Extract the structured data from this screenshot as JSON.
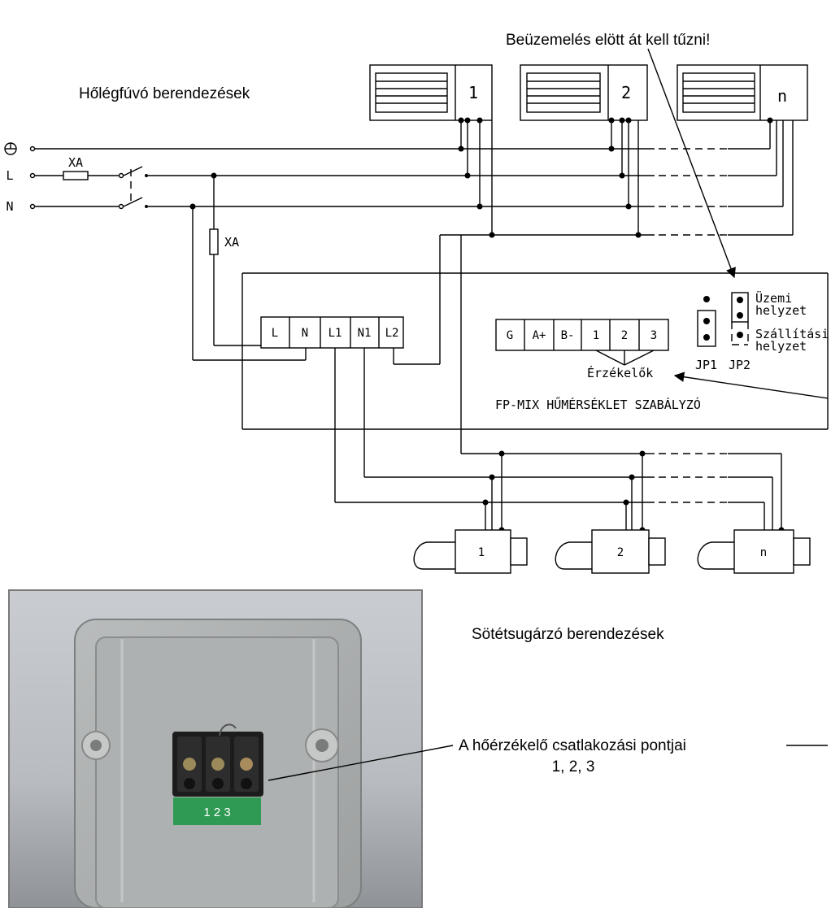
{
  "annotations": {
    "top_note": "Beüzemelés elött át kell tűzni!",
    "heaters_title": "Hőlégfúvó berendezések",
    "radiant_title": "Sötétsugárzó berendezések",
    "sensor_points_line1": "A hőérzékelő csatlakozási pontjai",
    "sensor_points_line2": "1, 2, 3"
  },
  "supply": {
    "earth_symbol": "earth-icon",
    "line_label": "L",
    "neutral_label": "N",
    "fuse_main": "XA",
    "fuse_controller": "XA"
  },
  "heaters": [
    "1",
    "2",
    "n"
  ],
  "radiant_units": [
    "1",
    "2",
    "n"
  ],
  "controller": {
    "title": "FP-MIX HŰMÉRSÉKLET SZABÁLYZÓ",
    "power_terminals": [
      "L",
      "N",
      "L1",
      "N1",
      "L2"
    ],
    "bus_terminals": [
      "G",
      "A+",
      "B-",
      "1",
      "2",
      "3"
    ],
    "sensors_label": "Érzékelők",
    "jp1_label": "JP1",
    "jp2_label": "JP2",
    "jp2_state_1_line1": "Üzemi",
    "jp2_state_1_line2": "helyzet",
    "jp2_state_2_line1": "Szállítási",
    "jp2_state_2_line2": "helyzet"
  },
  "photo": {
    "terminal_numbers": "1 2 3"
  }
}
